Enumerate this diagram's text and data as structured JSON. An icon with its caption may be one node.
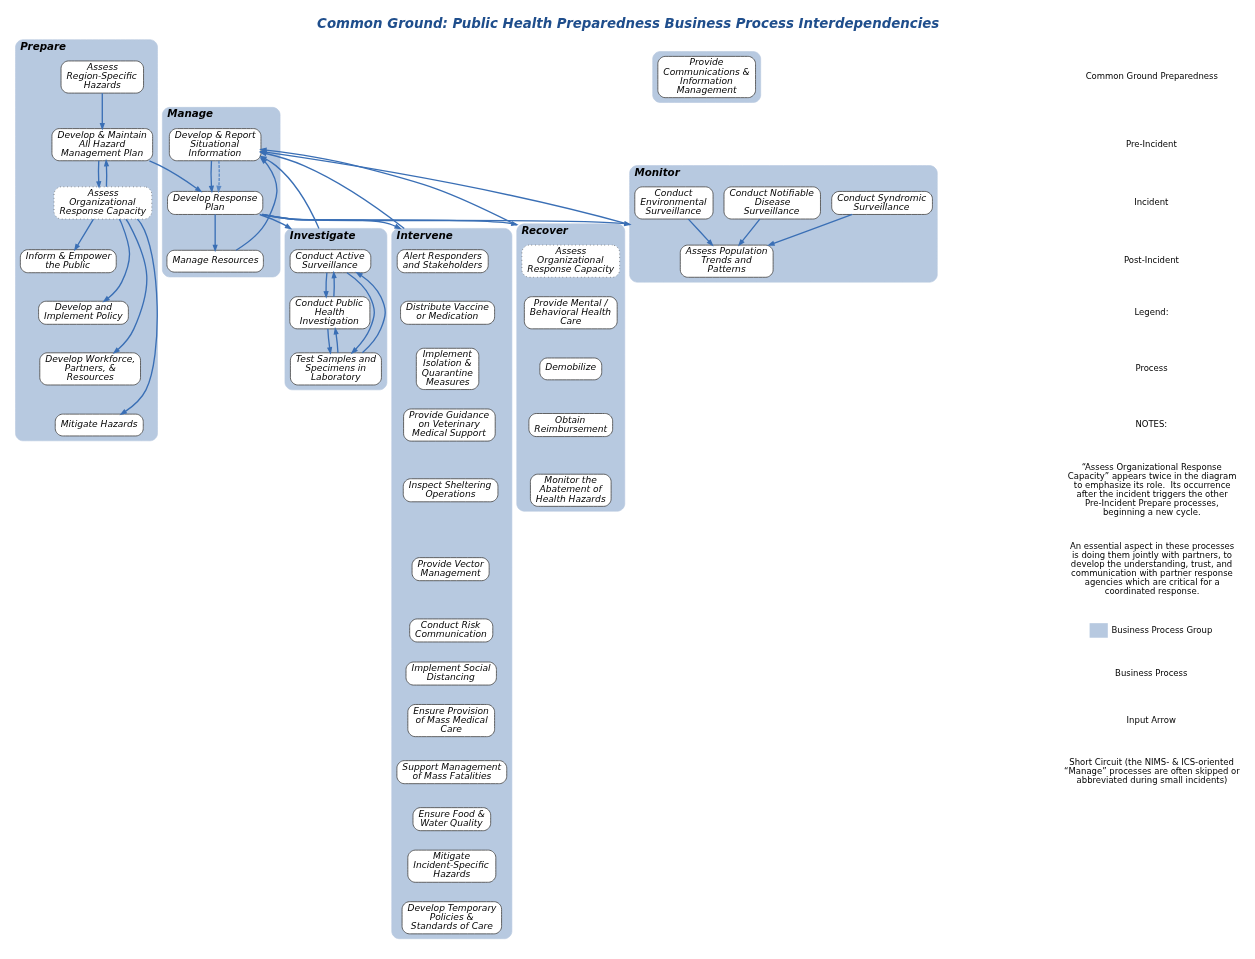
{
  "diagram": {
    "title": "Common Ground: Public Health Preparedness Business Process Interdependencies",
    "nodes": [
      {
        "text": [
          "Prepare"
        ]
      },
      {
        "text": [
          "Assess Region-Specific Hazards"
        ],
        "in": 0
      },
      {
        "text": [
          "Develop & Maintain All Hazard Management Plan"
        ],
        "in": 0
      },
      {
        "text": [
          "Assess Organizational Response Capacity"
        ],
        "in": 0
      },
      {
        "text": [
          "Inform & Empower the Public"
        ],
        "in": 0
      },
      {
        "text": [
          "Develop and Implement Policy"
        ],
        "in": 0
      },
      {
        "text": [
          "Develop Workforce, Partners, & Resources"
        ],
        "in": 0
      },
      {
        "text": [
          "Mitigate Hazards"
        ],
        "in": 0
      },
      {
        "text": [
          "Manage"
        ]
      },
      {
        "text": [
          "Develop & Report Situational Information"
        ],
        "in": 8
      },
      {
        "text": [
          "Develop Response Plan"
        ],
        "in": 8
      },
      {
        "text": [
          "Manage Resources"
        ],
        "in": 8
      },
      {
        "text": [
          "Monitor"
        ]
      },
      {
        "text": [
          "Assess Population Trends and Patterns"
        ],
        "in": 12
      },
      {
        "text": [
          "Conduct Syndromic Surveillance"
        ],
        "in": 12
      },
      {
        "text": [
          "Conduct Notifiable Disease Surveillance"
        ],
        "in": 12
      },
      {
        "text": [
          "Conduct Environmental Surveillance"
        ],
        "in": 12
      },
      {
        "text": [
          "Investigate"
        ]
      },
      {
        "text": [
          "Conduct Active Surveillance"
        ],
        "in": 17
      },
      {
        "text": [
          "Conduct Public Health Investigation"
        ],
        "in": 17
      },
      {
        "text": [
          "Test Samples and Specimens in Laboratory"
        ],
        "in": 17
      },
      {
        "text": [
          "Intervene"
        ]
      },
      {
        "text": [
          "Alert Responders and Stakeholders"
        ],
        "in": 21
      },
      {
        "text": [
          "Distribute Vaccine or Medication"
        ],
        "in": 21
      },
      {
        "text": [
          "Implement Isolation & Quarantine Measures"
        ],
        "in": 21
      },
      {
        "text": [
          "Provide Guidance on Veterinary Medical Support"
        ],
        "in": 21
      },
      {
        "text": [
          "Inspect Sheltering Operations"
        ],
        "in": 21
      },
      {
        "text": [
          "Provide Vector Management"
        ],
        "in": 21
      },
      {
        "text": [
          "Conduct Risk Communication"
        ],
        "in": 21
      },
      {
        "text": [
          "Implement Social Distancing"
        ],
        "in": 21
      },
      {
        "text": [
          "Ensure Provision of Mass Medical Care"
        ],
        "in": 21
      },
      {
        "text": [
          "Support Management of Mass Fatalities"
        ],
        "in": 21
      },
      {
        "text": [
          "Ensure Food & Water Quality"
        ],
        "in": 21
      },
      {
        "text": [
          "Mitigate Incident-Specific Hazards"
        ],
        "in": 21
      },
      {
        "text": [
          "Develop Temporary Policies & Standards of Care"
        ],
        "in": 21
      },
      {
        "text": [
          "Recover"
        ]
      },
      {
        "text": [
          "Assess Organizational Response Capacity"
        ],
        "in": 35
      },
      {
        "text": [
          "Provide Mental / Behavioral Health Care"
        ],
        "in": 35
      },
      {
        "text": [
          "Demobilize"
        ],
        "in": 35
      },
      {
        "text": [
          "Obtain Reimbursement"
        ],
        "in": 35
      },
      {
        "text": [
          "Monitor the Abatement of Health Hazards"
        ],
        "in": 35
      },
      {
        "text": [],
        "shape": "band"
      },
      {
        "text": [
          "Provide Communications & Information Management"
        ],
        "in": 41
      }
    ],
    "edges": [
      {
        "from": 1,
        "to": 2,
        "arrow": "to"
      },
      {
        "from": 2,
        "to": 3,
        "arrow": "to"
      },
      {
        "from": 3,
        "to": 2,
        "arrow": "to"
      },
      {
        "from": 2,
        "to": 10,
        "arrow": "to"
      },
      {
        "from": 3,
        "to": 4,
        "arrow": "to"
      },
      {
        "from": 3,
        "to": 5,
        "arrow": "to"
      },
      {
        "from": 3,
        "to": 6,
        "arrow": "to"
      },
      {
        "from": 3,
        "to": 7,
        "arrow": "to"
      },
      {
        "from": 9,
        "to": 10,
        "arrow": "to"
      },
      {
        "from": 9,
        "to": 10,
        "arrow": "to",
        "style": "dashed",
        "color": "#5b8ac6"
      },
      {
        "from": 10,
        "to": 11,
        "arrow": "to"
      },
      {
        "from": 11,
        "to": 9,
        "arrow": "to"
      },
      {
        "from": 10,
        "to": 12,
        "arrow": "to"
      },
      {
        "from": 10,
        "to": 17,
        "arrow": "to"
      },
      {
        "from": 10,
        "to": 21,
        "arrow": "to"
      },
      {
        "from": 10,
        "to": 35,
        "arrow": "to"
      },
      {
        "from": 12,
        "to": 9,
        "arrow": "to"
      },
      {
        "from": 17,
        "to": 9,
        "arrow": "to"
      },
      {
        "from": 21,
        "to": 9,
        "arrow": "to"
      },
      {
        "from": 35,
        "to": 9,
        "arrow": "to"
      },
      {
        "from": 14,
        "to": 13,
        "arrow": "to"
      },
      {
        "from": 15,
        "to": 13,
        "arrow": "to"
      },
      {
        "from": 16,
        "to": 13,
        "arrow": "to"
      },
      {
        "from": 18,
        "to": 19,
        "arrow": "to"
      },
      {
        "from": 19,
        "to": 18,
        "arrow": "to"
      },
      {
        "from": 19,
        "to": 20,
        "arrow": "to"
      },
      {
        "from": 20,
        "to": 19,
        "arrow": "to"
      },
      {
        "from": 18,
        "to": 20,
        "arrow": "to"
      },
      {
        "from": 20,
        "to": 18,
        "arrow": "to"
      }
    ],
    "labels": [
      "Common Ground Preparedness",
      "Pre-Incident",
      "Incident",
      "Post-Incident",
      "Legend:",
      "Process",
      "NOTES:",
      "“Assess Organizational Response Capacity” appears twice in the diagram to emphasize its role.  Its occurrence after the incident triggers the other Pre-Incident Prepare processes, beginning a new cycle.",
      "An essential aspect in these processes is doing them jointly with partners, to develop the understanding, trust, and communication with partner response agencies which are critical for a coordinated response."
    ],
    "legend": [
      {
        "text": "Business Process Group",
        "color": "#b7c9e0"
      },
      {
        "text": "Business Process"
      },
      {
        "text": "Input Arrow"
      },
      {
        "text": "Short Circuit (the NIMS- & ICS-oriented “Manage” processes are often skipped or abbreviated during small incidents)"
      }
    ]
  }
}
